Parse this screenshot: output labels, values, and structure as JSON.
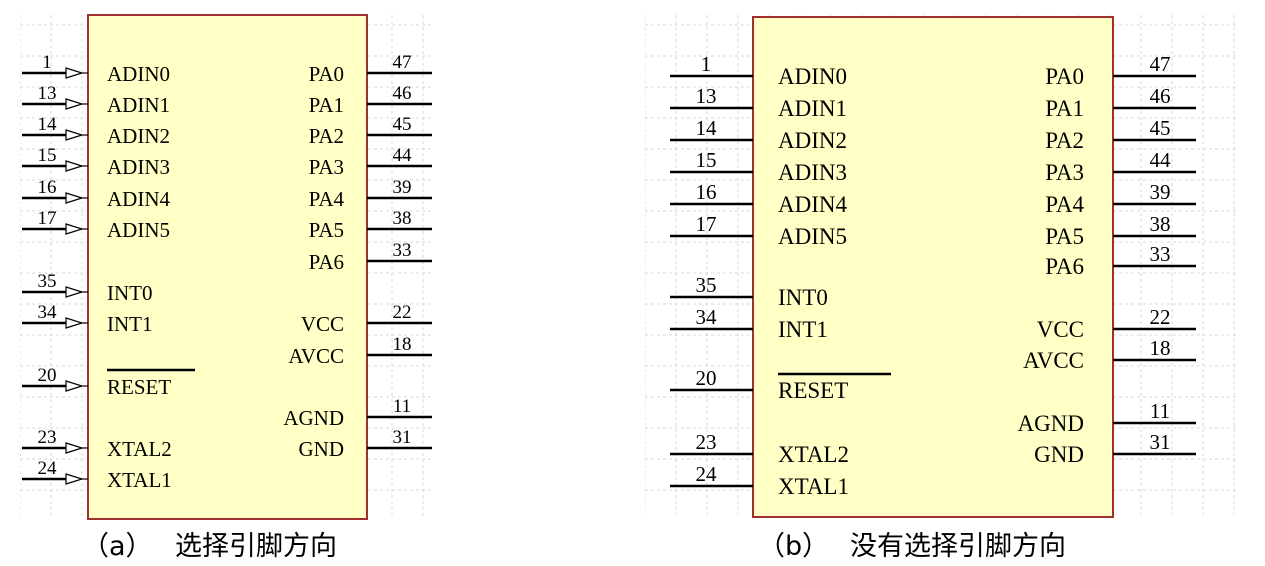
{
  "colors": {
    "body_fill": "#ffffc6",
    "body_border": "#a03030",
    "pin_line": "#000000",
    "grid": "#d8d8d8"
  },
  "panels": [
    {
      "id": "a",
      "caption_label": "（a）",
      "caption_text": "选择引脚方向",
      "show_arrows": true,
      "left_pins": [
        {
          "number": "1",
          "name": "ADIN0"
        },
        {
          "number": "13",
          "name": "ADIN1"
        },
        {
          "number": "14",
          "name": "ADIN2"
        },
        {
          "number": "15",
          "name": "ADIN3"
        },
        {
          "number": "16",
          "name": "ADIN4"
        },
        {
          "number": "17",
          "name": "ADIN5"
        },
        {
          "number": "35",
          "name": "INT0"
        },
        {
          "number": "34",
          "name": "INT1"
        },
        {
          "number": "20",
          "name": "RESET",
          "overline": true
        },
        {
          "number": "23",
          "name": "XTAL2"
        },
        {
          "number": "24",
          "name": "XTAL1"
        }
      ],
      "right_pins": [
        {
          "number": "47",
          "name": "PA0"
        },
        {
          "number": "46",
          "name": "PA1"
        },
        {
          "number": "45",
          "name": "PA2"
        },
        {
          "number": "44",
          "name": "PA3"
        },
        {
          "number": "39",
          "name": "PA4"
        },
        {
          "number": "38",
          "name": "PA5"
        },
        {
          "number": "33",
          "name": "PA6"
        },
        {
          "number": "22",
          "name": "VCC"
        },
        {
          "number": "18",
          "name": "AVCC"
        },
        {
          "number": "11",
          "name": "AGND"
        },
        {
          "number": "31",
          "name": "GND"
        }
      ]
    },
    {
      "id": "b",
      "caption_label": "（b）",
      "caption_text": "没有选择引脚方向",
      "show_arrows": false,
      "left_pins": [
        {
          "number": "1",
          "name": "ADIN0"
        },
        {
          "number": "13",
          "name": "ADIN1"
        },
        {
          "number": "14",
          "name": "ADIN2"
        },
        {
          "number": "15",
          "name": "ADIN3"
        },
        {
          "number": "16",
          "name": "ADIN4"
        },
        {
          "number": "17",
          "name": "ADIN5"
        },
        {
          "number": "35",
          "name": "INT0"
        },
        {
          "number": "34",
          "name": "INT1"
        },
        {
          "number": "20",
          "name": "RESET",
          "overline": true
        },
        {
          "number": "23",
          "name": "XTAL2"
        },
        {
          "number": "24",
          "name": "XTAL1"
        }
      ],
      "right_pins": [
        {
          "number": "47",
          "name": "PA0"
        },
        {
          "number": "46",
          "name": "PA1"
        },
        {
          "number": "45",
          "name": "PA2"
        },
        {
          "number": "44",
          "name": "PA3"
        },
        {
          "number": "39",
          "name": "PA4"
        },
        {
          "number": "38",
          "name": "PA5"
        },
        {
          "number": "33",
          "name": "PA6"
        },
        {
          "number": "22",
          "name": "VCC"
        },
        {
          "number": "18",
          "name": "AVCC"
        },
        {
          "number": "11",
          "name": "AGND"
        },
        {
          "number": "31",
          "name": "GND"
        }
      ]
    }
  ]
}
